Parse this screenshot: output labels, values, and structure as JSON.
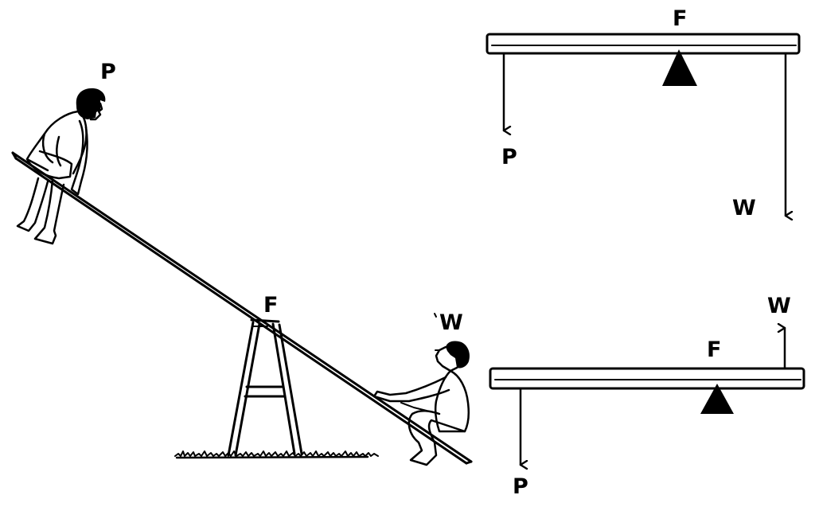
{
  "seesaw_scene": {
    "label_pusher": "P",
    "label_fulcrum": "F",
    "label_weight": "W"
  },
  "lever_top": {
    "label_fulcrum": "F",
    "label_effort": "P",
    "label_load": "W"
  },
  "lever_bottom": {
    "label_fulcrum": "F",
    "label_effort": "P",
    "label_load": "W"
  },
  "colors": {
    "ink": "#000000",
    "paper": "#ffffff"
  }
}
